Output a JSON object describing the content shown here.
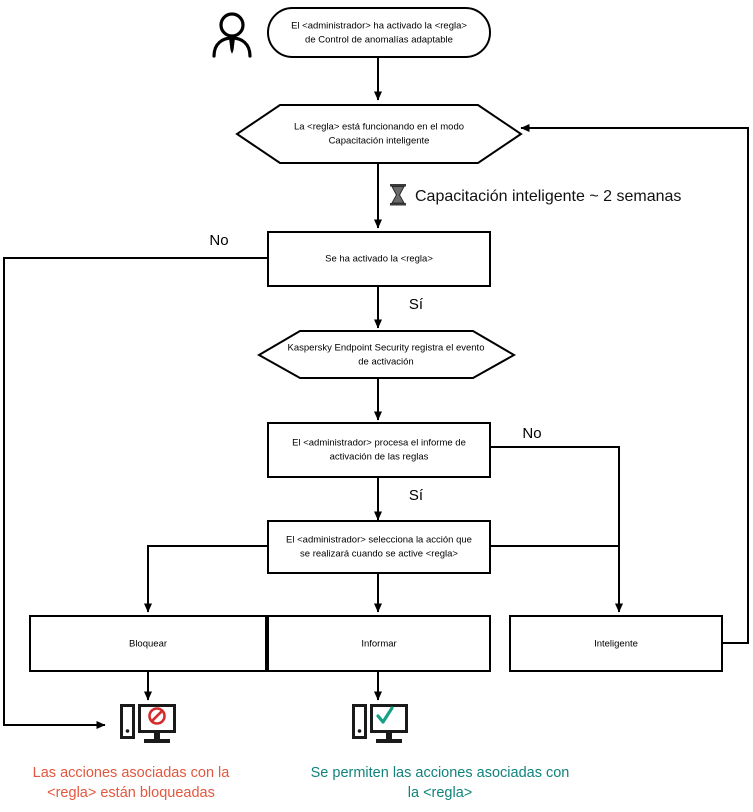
{
  "diagram": {
    "title": "Adaptive Anomaly Control rule flow",
    "colors": {
      "blocked_text": "#e2573f",
      "allowed_text": "#10837c",
      "deny_mark": "#d62b2b",
      "ok_mark": "#16a085",
      "line": "#000000"
    },
    "nodes": {
      "actor": {
        "icon": "person-icon"
      },
      "start": {
        "shape": "rounded",
        "line1": "El <administrador> ha activado la <regla>",
        "line2": "de Control de anomalías adaptable"
      },
      "training_mode": {
        "shape": "hexagon",
        "line1": "La <regla> está funcionando en el modo",
        "line2": "Capacitación inteligente"
      },
      "timer_note": {
        "icon": "hourglass-icon",
        "label": "Capacitación inteligente ~ 2 semanas"
      },
      "rule_triggered": {
        "shape": "rect",
        "line1": "Se ha activado la <regla>"
      },
      "event_logged": {
        "shape": "hexagon",
        "line1": "Kaspersky Endpoint Security registra el evento",
        "line2": "de activación"
      },
      "admin_report": {
        "shape": "rect",
        "line1": "El <administrador> procesa el informe de",
        "line2": "activación de las reglas"
      },
      "admin_action": {
        "shape": "rect",
        "line1": "El <administrador> selecciona la acción que",
        "line2": "se realizará cuando se active <regla>"
      },
      "block": {
        "shape": "rect",
        "line1": "Bloquear"
      },
      "inform": {
        "shape": "rect",
        "line1": "Informar"
      },
      "smart": {
        "shape": "rect",
        "line1": "Inteligente"
      }
    },
    "edge_labels": {
      "triggered_no": "No",
      "triggered_yes": "Sí",
      "report_no": "No",
      "report_yes": "Sí"
    },
    "outcomes": {
      "blocked": {
        "icon": "computer-blocked-icon",
        "line1": "Las acciones asociadas con la",
        "line2": "<regla> están bloqueadas"
      },
      "allowed": {
        "icon": "computer-allowed-icon",
        "line1": "Se permiten las acciones asociadas con",
        "line2": "la <regla>"
      }
    }
  }
}
